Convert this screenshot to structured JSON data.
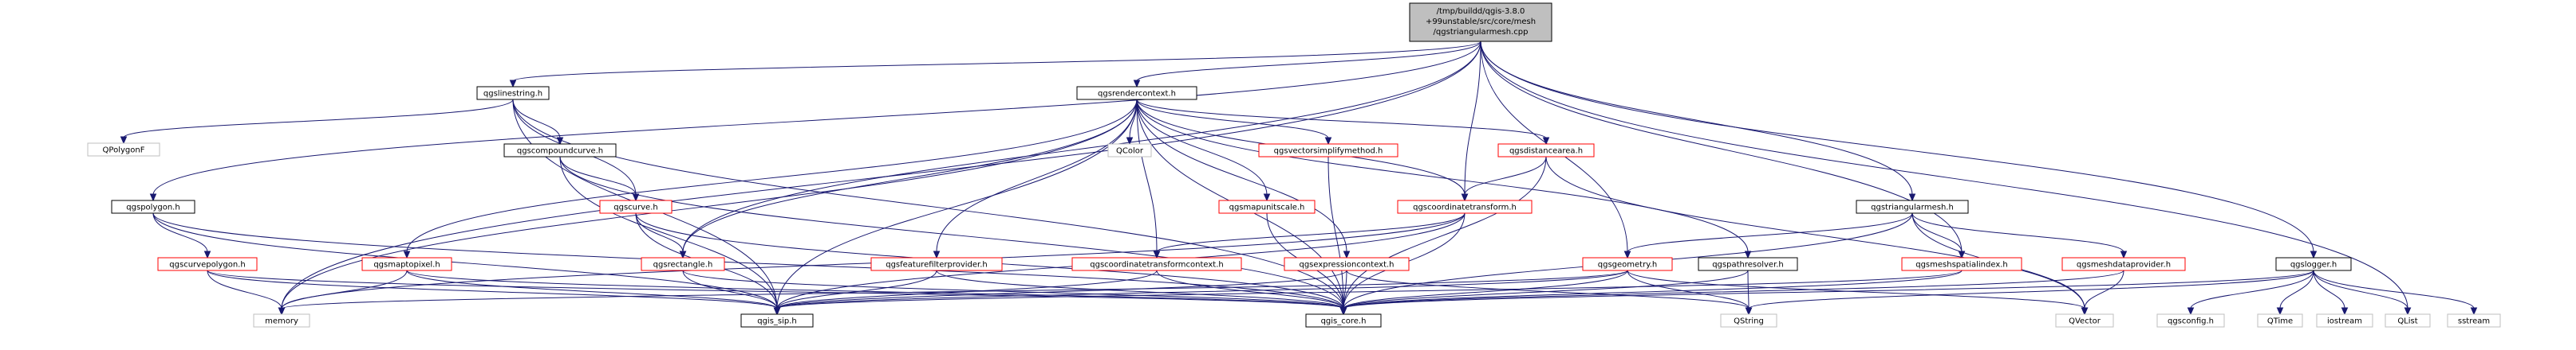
{
  "colors": {
    "edge": "#191970",
    "box_default": "#000000",
    "box_missing": "#bfbfbf",
    "box_linked": "#ff0000",
    "root_fill": "#bfbfbf",
    "text": "#000000",
    "text_missing": "#000000"
  },
  "root": {
    "label_lines": [
      "/tmp/buildd/qgis-3.8.0",
      "+99unstable/src/core/mesh",
      "/qgstriangularmesh.cpp"
    ]
  },
  "nodes": {
    "qgslinestring_h": "qgslinestring.h",
    "qgsrendercontext_h": "qgsrendercontext.h",
    "qpolygonf": "QPolygonF",
    "qgscompoundcurve_h": "qgscompoundcurve.h",
    "qcolor": "QColor",
    "qgsvectorsimplifymethod_h": "qgsvectorsimplifymethod.h",
    "qgsdistancearea_h": "qgsdistancearea.h",
    "qgspolygon_h": "qgspolygon.h",
    "qgscurve_h": "qgscurve.h",
    "qgsmapunitscale_h": "qgsmapunitscale.h",
    "qgscoordinatetransform_h": "qgscoordinatetransform.h",
    "qgstriangularmesh_h": "qgstriangularmesh.h",
    "qgscurvepolygon_h": "qgscurvepolygon.h",
    "qgsmaptopixel_h": "qgsmaptopixel.h",
    "qgsrectangle_h": "qgsrectangle.h",
    "qgsfeaturefilterprovider_h": "qgsfeaturefilterprovider.h",
    "qgscoordinatetransformcontext_h": "qgscoordinatetransformcontext.h",
    "qgsexpressioncontext_h": "qgsexpressioncontext.h",
    "qgsgeometry_h": "qgsgeometry.h",
    "qgspathresolver_h": "qgspathresolver.h",
    "qgsmeshspatialindex_h": "qgsmeshspatialindex.h",
    "qgsmeshdataprovider_h": "qgsmeshdataprovider.h",
    "qgslogger_h": "qgslogger.h",
    "memory": "memory",
    "qgis_sip_h": "qgis_sip.h",
    "qgis_core_h": "qgis_core.h",
    "qstring": "QString",
    "qvector": "QVector",
    "qgsconfig_h": "qgsconfig.h",
    "qtime": "QTime",
    "iostream": "iostream",
    "qlist": "QList",
    "sstream": "sstream"
  }
}
